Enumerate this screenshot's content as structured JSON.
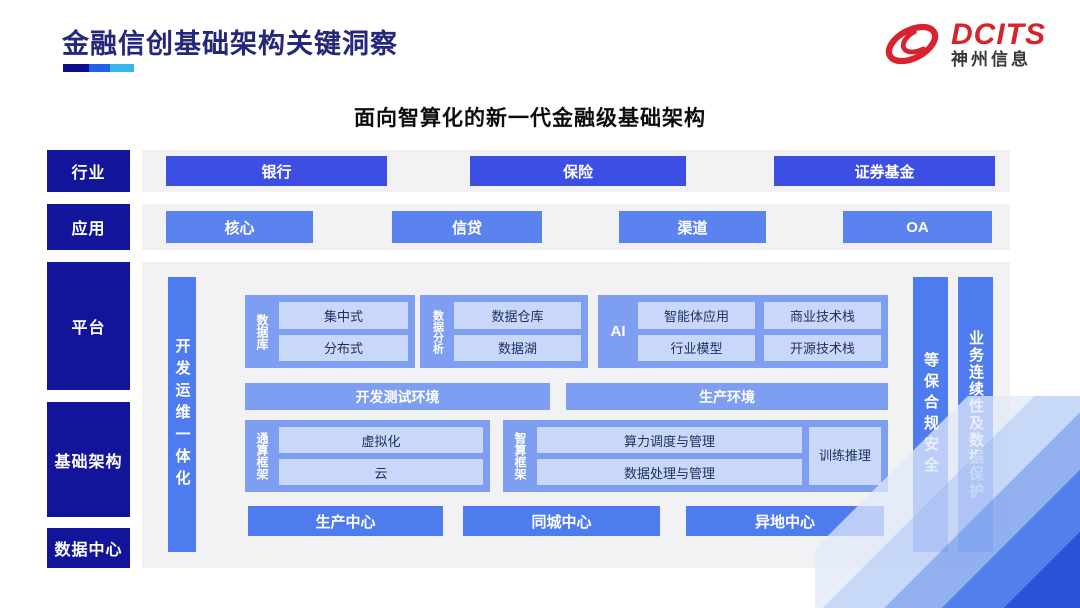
{
  "page": {
    "title": "金融信创基础架构关键洞察",
    "subtitle": "面向智算化的新一代金融级基础架构"
  },
  "logo": {
    "brand": "DCITS",
    "company": "神州信息",
    "icon": "swirl-icon"
  },
  "layers": {
    "labels": [
      "行业",
      "应用",
      "平台",
      "基础架构",
      "数据中心"
    ]
  },
  "industry": {
    "items": [
      "银行",
      "保险",
      "证券基金"
    ]
  },
  "application": {
    "items": [
      "核心",
      "信贷",
      "渠道",
      "OA"
    ]
  },
  "platform": {
    "devops_bar": "开发运维一体化",
    "database": {
      "label": "数据库",
      "items": [
        "集中式",
        "分布式"
      ]
    },
    "analytics": {
      "label": "数据分析",
      "items": [
        "数据仓库",
        "数据湖"
      ]
    },
    "ai": {
      "label": "AI",
      "items": [
        "智能体应用",
        "商业技术栈",
        "行业模型",
        "开源技术栈"
      ]
    },
    "environments": [
      "开发测试环境",
      "生产环境"
    ],
    "general_framework": {
      "label": "通算框架",
      "items": [
        "虚拟化",
        "云"
      ]
    },
    "intelligent_framework": {
      "label": "智算框架",
      "items": [
        "算力调度与管理",
        "数据处理与管理"
      ],
      "side": "训练推理"
    },
    "centers": [
      "生产中心",
      "同城中心",
      "异地中心"
    ],
    "security_bar": "等保合规安全",
    "continuity_bar": "业务连续性及数据保护"
  },
  "colors": {
    "navy_label": "#12159a",
    "title_navy": "#26267a",
    "primary_button": "#3c4ee4",
    "light_button": "#5b83f0",
    "medium_button": "#4e7cee",
    "group_container": "#7e9ef2",
    "inner_box": "#c9d8fa",
    "inner_box_text": "#1e2f63",
    "panel_gray": "#f2f2f4",
    "brand_red": "#d6232e",
    "underline_dark": "#0d0d8c",
    "underline_mid": "#1d63e8",
    "underline_cyan": "#38b5ea",
    "corner_deep_blue": "#2a52d8"
  }
}
